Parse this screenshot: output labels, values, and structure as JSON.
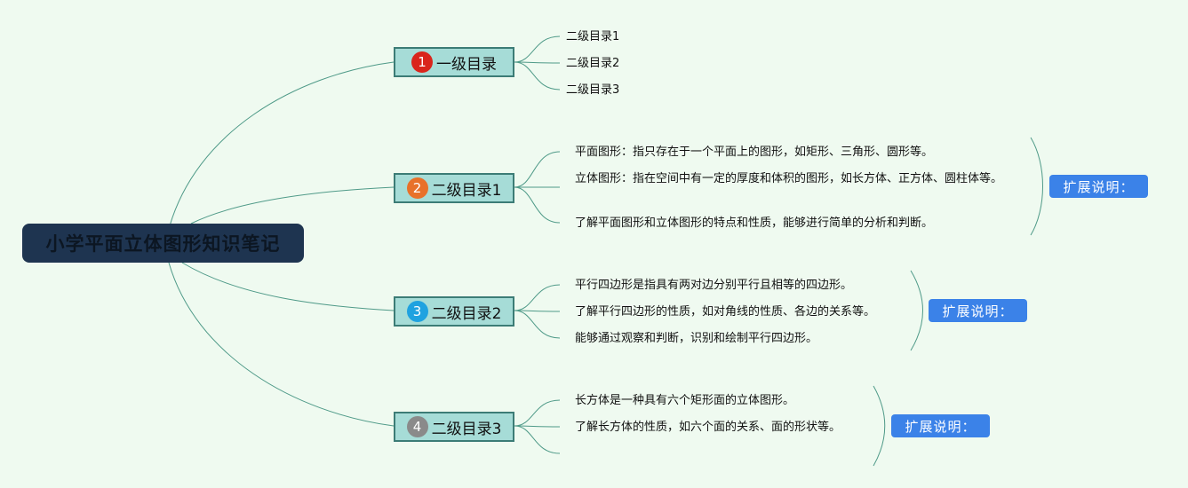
{
  "root": {
    "title": "小学平面立体图形知识笔记"
  },
  "branches": [
    {
      "marker": "1",
      "marker_color": "#d9251c",
      "label": "一级目录",
      "leaves": [
        "二级目录1",
        "二级目录2",
        "二级目录3"
      ]
    },
    {
      "marker": "2",
      "marker_color": "#e8712a",
      "label": "二级目录1",
      "leaves": [
        "平面图形：指只存在于一个平面上的图形，如矩形、三角形、圆形等。",
        "立体图形：指在空间中有一定的厚度和体积的图形，如长方体、正方体、圆柱体等。",
        "了解平面图形和立体图形的特点和性质，能够进行简单的分析和判断。"
      ],
      "extension": "扩展说明："
    },
    {
      "marker": "3",
      "marker_color": "#1fa2e0",
      "label": "二级目录2",
      "leaves": [
        "平行四边形是指具有两对边分别平行且相等的四边形。",
        "了解平行四边形的性质，如对角线的性质、各边的关系等。",
        "能够通过观察和判断，识别和绘制平行四边形。"
      ],
      "extension": "扩展说明："
    },
    {
      "marker": "4",
      "marker_color": "#8a8a8a",
      "label": "二级目录3",
      "leaves": [
        "长方体是一种具有六个矩形面的立体图形。",
        "了解长方体的性质，如六个面的关系、面的形状等。",
        ""
      ],
      "extension": "扩展说明："
    }
  ],
  "colors": {
    "background": "#effaf0",
    "root_fill": "#1e3450",
    "branch_fill": "#a6dcd7",
    "branch_border": "#3c7c76",
    "connector": "#4f9a88",
    "extension_fill": "#3b82e8"
  }
}
